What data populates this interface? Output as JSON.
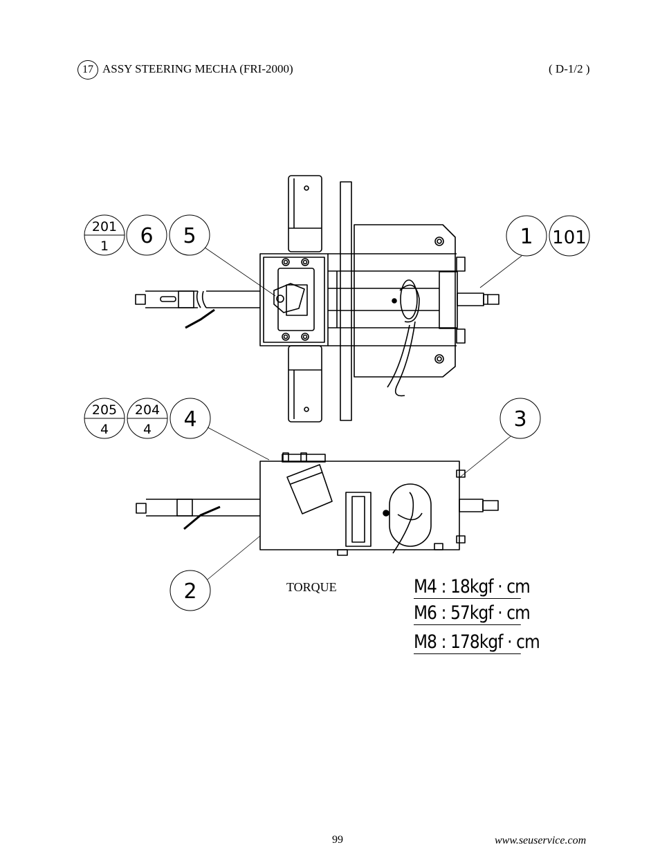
{
  "header": {
    "section_number": "17",
    "title": "ASSY STEERING MECHA (FRI-2000)",
    "page_code": "( D-1/2 )"
  },
  "callouts": {
    "c201": "201",
    "c201_qty": "1",
    "c6": "6",
    "c5": "5",
    "c1": "1",
    "c101": "101",
    "c205": "205",
    "c205_qty": "4",
    "c204": "204",
    "c204_qty": "4",
    "c4": "4",
    "c3": "3",
    "c2": "2"
  },
  "torque": {
    "label": "TORQUE",
    "specs": [
      "M4 : 18kgf · cm",
      "M6 : 57kgf · cm",
      "M8 : 178kgf · cm"
    ]
  },
  "footer": {
    "page_number": "99",
    "website": "www.seuservice.com"
  }
}
